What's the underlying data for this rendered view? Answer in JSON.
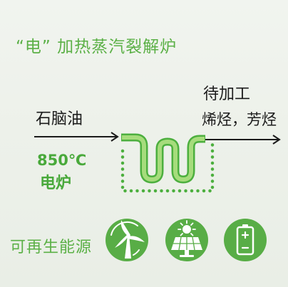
{
  "title": "“电” 加热蒸汽裂解炉",
  "feedstock": {
    "label": "石脑油"
  },
  "furnace": {
    "temperature": "850℃",
    "label": "电炉"
  },
  "product": {
    "line1": "待加工",
    "line2": "烯烃，芳烃"
  },
  "renewable_energy": {
    "label": "可再生能源",
    "icons": [
      "wind-turbine-icon",
      "solar-panel-icon",
      "battery-icon"
    ]
  },
  "colors": {
    "background": "#edf1ea",
    "accent_green": "#5bb046",
    "text_green": "#49a93b",
    "tube_fill": "#a6dc7c",
    "tube_outline": "#4caf3e",
    "icon_circle": "#58ad46",
    "text_dark": "#1b1b1b",
    "icon_glyph": "#ffffff"
  }
}
